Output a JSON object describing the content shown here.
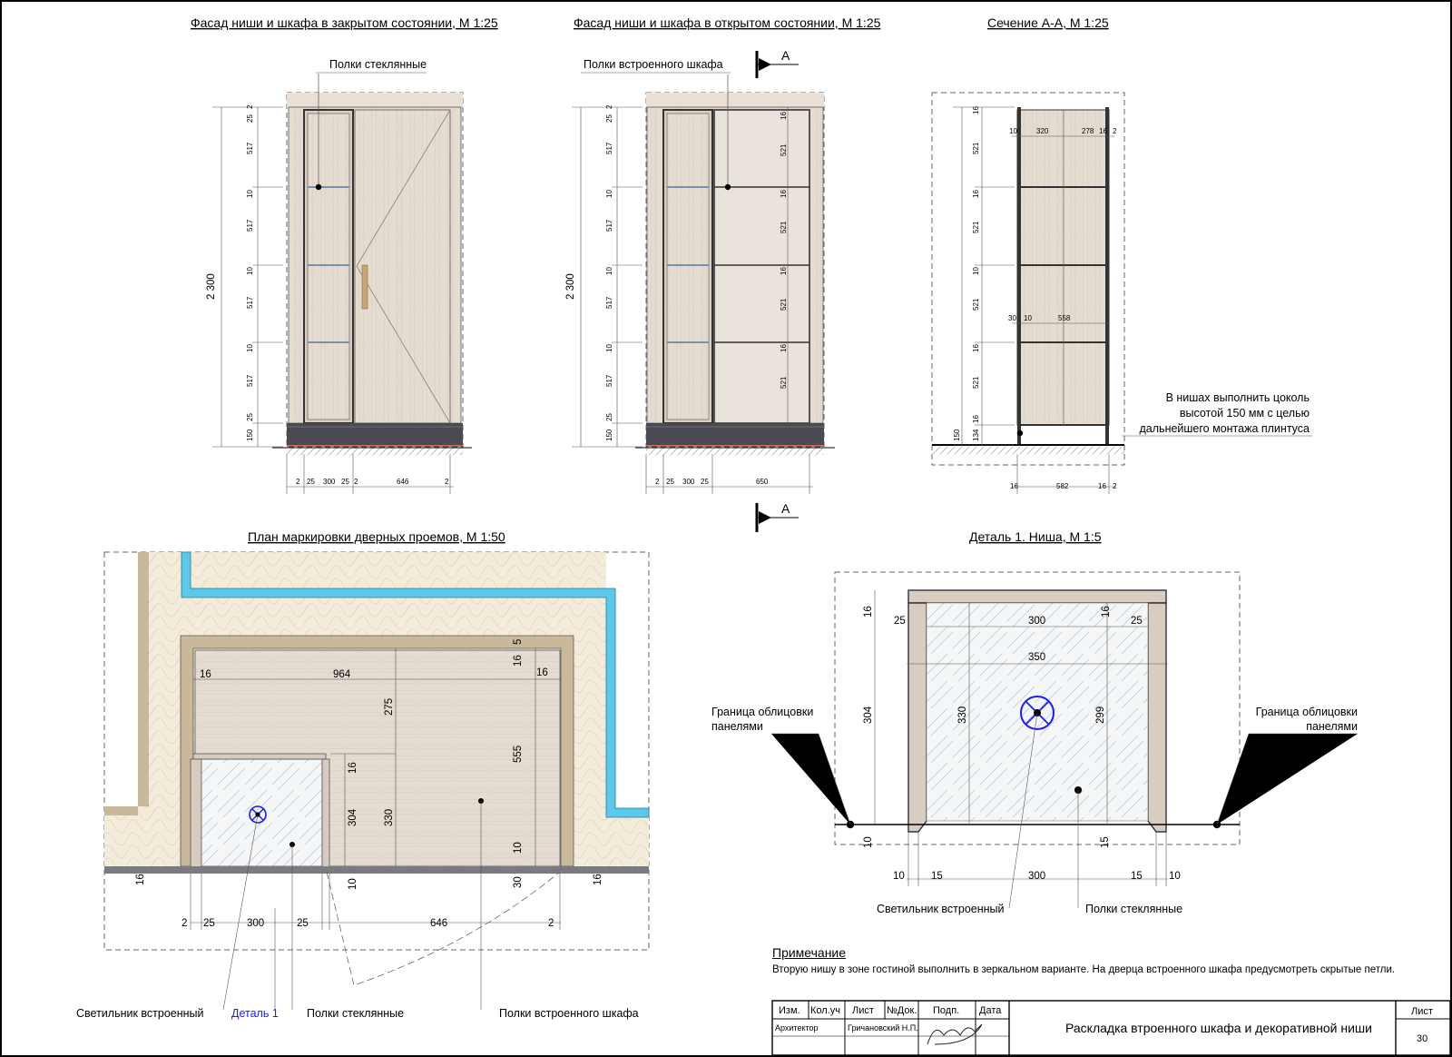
{
  "titles": {
    "facade_closed": "Фасад ниши и шкафа в закрытом состоянии, М 1:25",
    "facade_open": "Фасад ниши и шкафа в открытом состоянии, М 1:25",
    "section": "Сечение А-А, М 1:25",
    "plan": "План маркировки дверных проемов, М 1:50",
    "detail": "Деталь 1. Ниша, М 1:5"
  },
  "labels": {
    "glass_shelves": "Полки стеклянные",
    "builtin_shelves": "Полки встроенного шкафа",
    "section_mark": "А",
    "plinth_note": [
      "В нишах выполнить цоколь",
      "высотой 150 мм с целью",
      "дальнейшего монтажа плинтуса"
    ],
    "lamp": "Светильник встроенный",
    "detail_ref": "Деталь 1",
    "panel_border": [
      "Граница облицовки",
      "панелями"
    ]
  },
  "dims": {
    "height_total": "2 300",
    "closed_left_v": [
      "2",
      "25",
      "517",
      "10",
      "517",
      "10",
      "517",
      "10",
      "517",
      "25",
      "150"
    ],
    "closed_bottom": [
      "2",
      "25",
      "300",
      "25",
      "2",
      "646",
      "2"
    ],
    "open_left_v": [
      "2",
      "25",
      "517",
      "10",
      "517",
      "10",
      "517",
      "10",
      "517",
      "25",
      "150"
    ],
    "open_right_v": [
      "16",
      "521",
      "16",
      "521",
      "16",
      "521",
      "16",
      "521"
    ],
    "open_bottom": [
      "2",
      "25",
      "300",
      "25",
      "650"
    ],
    "sec_left_v": [
      "16",
      "521",
      "16",
      "521",
      "10",
      "521",
      "16",
      "521",
      "16",
      "134",
      "150"
    ],
    "sec_top": [
      "10",
      "320",
      "278",
      "16",
      "2"
    ],
    "sec_mid": [
      "30",
      "10",
      "558"
    ],
    "sec_bottom": [
      "16",
      "582",
      "16",
      "2"
    ],
    "plan": {
      "w964": "964",
      "d16a": "16",
      "d16b": "16",
      "d16c": "16",
      "d5": "5",
      "d275": "275",
      "d555": "555",
      "d16d": "16",
      "d304": "304",
      "d330": "330",
      "d10a": "10",
      "d10b": "10",
      "d30": "30",
      "d16e": "16",
      "d16f": "16",
      "bottom": [
        "2",
        "25",
        "300",
        "25",
        "646",
        "2"
      ]
    },
    "detail": {
      "d16l": "16",
      "d25l": "25",
      "d300t": "300",
      "d16r": "16",
      "d25r": "25",
      "d350": "350",
      "d304": "304",
      "d330": "330",
      "d299": "299",
      "d10": "10",
      "d15r": "15",
      "bottom": [
        "10",
        "15",
        "300",
        "15",
        "10"
      ]
    }
  },
  "note": {
    "title": "Примечание",
    "text": "Вторую нишу в зоне гостиной выполнить в зеркальном варианте. На дверца встроенного шкафа предусмотреть скрытые петли."
  },
  "title_block": {
    "headers": [
      "Изм.",
      "Кол.уч",
      "Лист",
      "№Док.",
      "Подп.",
      "Дата"
    ],
    "role": "Архитектор",
    "name": "Гричановский Н.П.",
    "drawing_title": "Раскладка втроенного шкафа и декоративной ниши",
    "sheet_label": "Лист",
    "sheet_number": "30"
  },
  "colors": {
    "wood": "#e3d9cf",
    "wood_dark": "#cfc2b5",
    "plinth": "#4a4a52",
    "insulation": "#f3ead8",
    "wall_tan": "#c9b99a",
    "cyan": "#5ec8ea",
    "blue": "#1a1aff",
    "shelf": "#7a8fb0"
  }
}
